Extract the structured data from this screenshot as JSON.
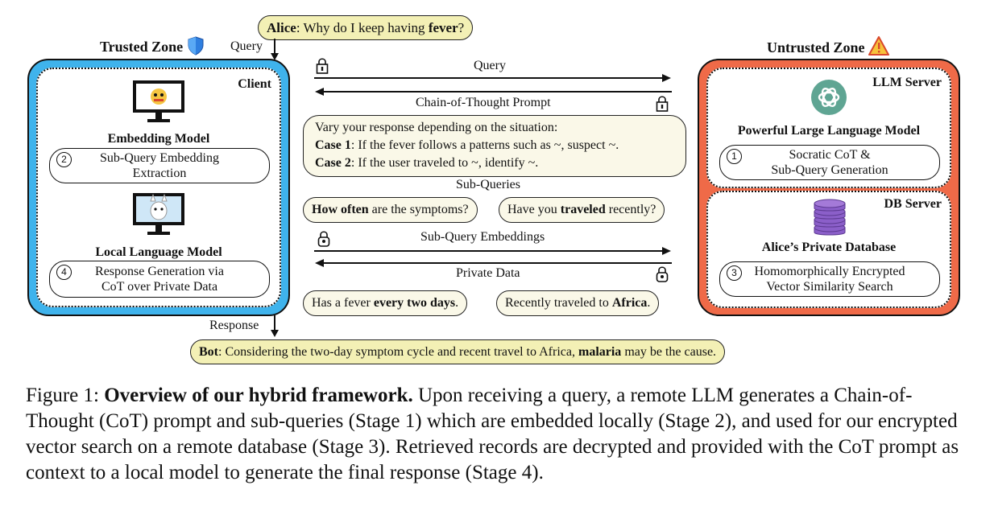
{
  "top_query": {
    "speaker": "Alice",
    "text": ": Why do I keep having ",
    "emph": "fever",
    "end": "?"
  },
  "query_label": "Query",
  "response_label": "Response",
  "trusted": {
    "title": "Trusted Zone",
    "client": "Client",
    "embed_model": "Embedding Model",
    "stage2": "Sub-Query Embedding\nExtraction",
    "stage2_num": "2",
    "local_model": "Local Language Model",
    "stage4": "Response Generation via\nCoT over Private Data",
    "stage4_num": "4"
  },
  "untrusted": {
    "title": "Untrusted Zone",
    "llm_server": "LLM Server",
    "llm_model": "Powerful Large Language Model",
    "stage1": "Socratic CoT &\nSub-Query Generation",
    "stage1_num": "1",
    "db_server": "DB Server",
    "db_name": "Alice’s Private Database",
    "stage3": "Homomorphically Encrypted\nVector Similarity Search",
    "stage3_num": "3"
  },
  "middle": {
    "query": "Query",
    "cot": "Chain-of-Thought Prompt",
    "cot_box": {
      "line1": "Vary your response depending on the situation:",
      "case1_label": "Case 1",
      "case1_text": ": If the fever follows a patterns such as ~, suspect ~.",
      "case2_label": "Case 2",
      "case2_text": ": If the user traveled to ~, identify ~."
    },
    "subqueries": "Sub-Queries",
    "sq1_bold": "How often",
    "sq1_rest": " are the symptoms?",
    "sq2_pre": "Have you ",
    "sq2_bold": "traveled",
    "sq2_rest": " recently?",
    "subquery_embeddings": "Sub-Query Embeddings",
    "private_data": "Private Data",
    "pd1_pre": "Has a fever ",
    "pd1_bold": "every two days",
    "pd1_rest": ".",
    "pd2_pre": "Recently traveled to ",
    "pd2_bold": "Africa",
    "pd2_rest": "."
  },
  "bot": {
    "speaker": "Bot",
    "text": ": Considering the two-day symptom cycle and recent travel to Africa, ",
    "emph": "malaria",
    "end": " may be the cause."
  },
  "caption": {
    "prefix": "Figure 1: ",
    "title": "Overview of our hybrid framework.",
    "body": " Upon receiving a query, a remote LLM generates a Chain-of-Thought (CoT) prompt and sub-queries (Stage 1) which are embedded locally (Stage 2), and used for our encrypted vector search on a remote database (Stage 3). Retrieved records are decrypted and provided with the CoT prompt as context to a local model to generate the final response (Stage 4)."
  },
  "colors": {
    "trusted": "#3fb3ec",
    "untrusted": "#ef6a48",
    "bubble": "#f3f0b5",
    "db": "#8b5fc9"
  },
  "icons": [
    "shield-icon",
    "warning-icon",
    "monitor-icon",
    "openai-icon",
    "database-icon",
    "lock-icon"
  ]
}
